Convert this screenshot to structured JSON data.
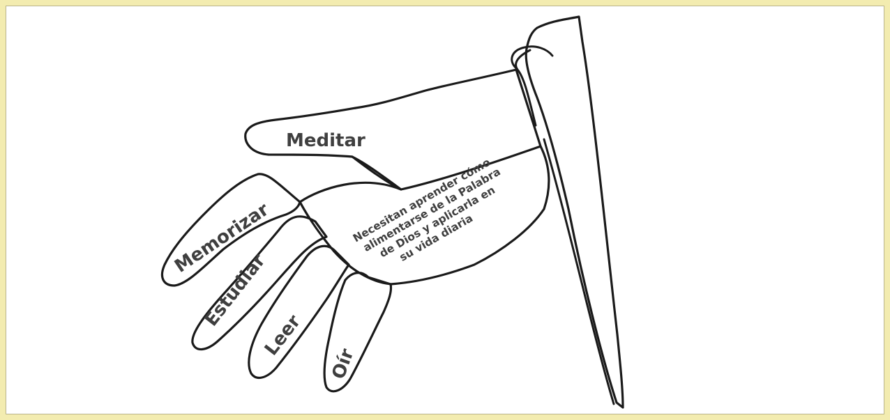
{
  "diagram": {
    "fingers": {
      "thumb": "Meditar",
      "index": "Memorizar",
      "middle": "Estudiar",
      "ring": "Leer",
      "pinky": "Oír"
    },
    "palm_text": [
      "Necesitan aprender cómo",
      "alimentarse de la Palabra",
      "de Dios y aplicarla en",
      "su vida diaria"
    ],
    "colors": {
      "frame": "#f3ecb0",
      "text": "#3f3f3f",
      "outline": "#1a1a1a"
    }
  }
}
